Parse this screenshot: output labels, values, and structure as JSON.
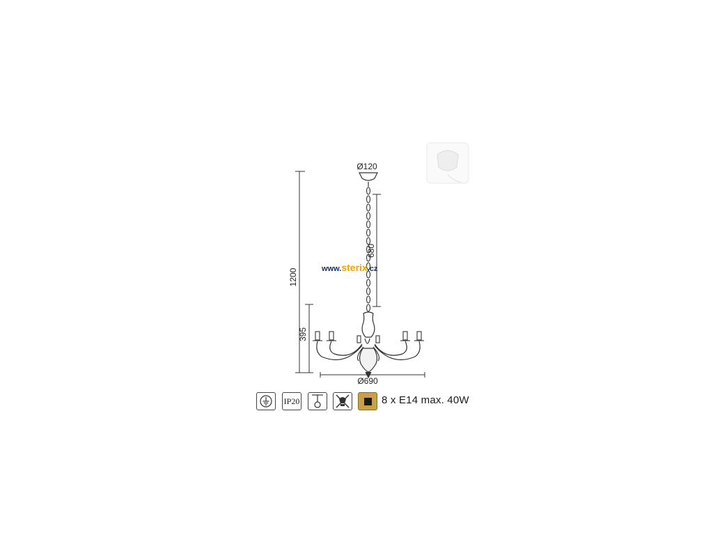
{
  "dimensions": {
    "canopy_diameter": "Ø120",
    "overall_height": "1200",
    "chain_length": "680",
    "body_height": "395",
    "width_diameter": "Ø690"
  },
  "watermark": {
    "prefix": "www.",
    "brand": "sterix",
    "suffix": ".cz",
    "brand_color": "#f5a000",
    "text_color": "#1a2a6c"
  },
  "spec": {
    "bulbs": "8 x E14 max. 40W",
    "icons": [
      {
        "name": "protection-class-earth-icon"
      },
      {
        "name": "ip-rating-icon",
        "text": "IP20"
      },
      {
        "name": "pendant-mount-icon"
      },
      {
        "name": "no-covering-icon"
      },
      {
        "name": "finish-color-swatch-icon",
        "color": "#c9a04a"
      }
    ]
  }
}
